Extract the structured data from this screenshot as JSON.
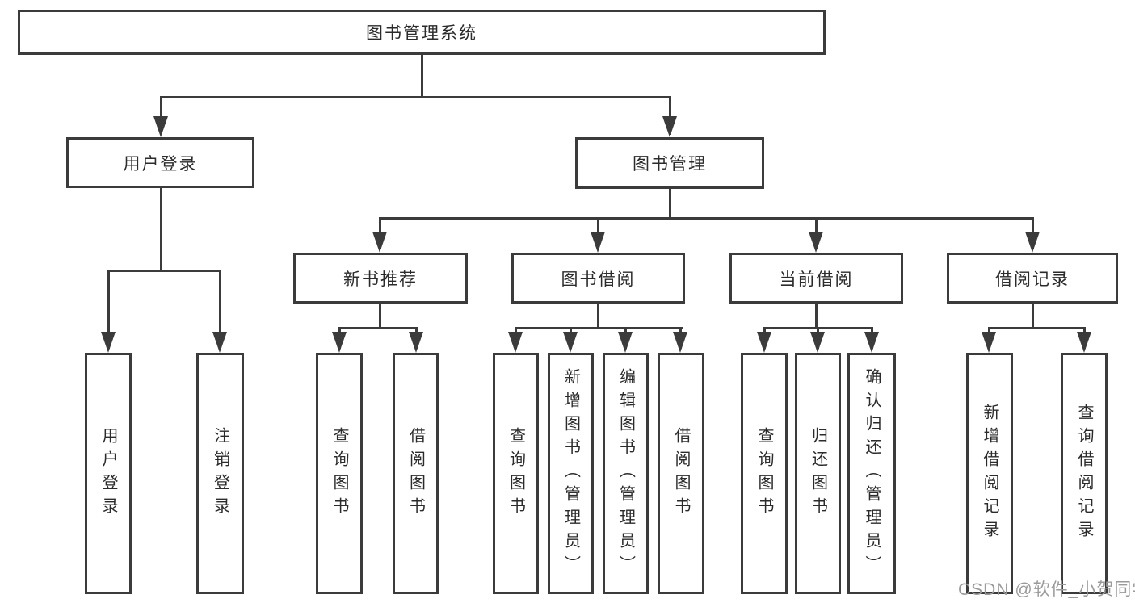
{
  "tree": {
    "root": "图书管理系统",
    "branches": [
      {
        "label": "用户登录",
        "children": [
          "用户登录",
          "注销登录"
        ]
      },
      {
        "label": "图书管理",
        "groups": [
          {
            "label": "新书推荐",
            "children": [
              "查询图书",
              "借阅图书"
            ]
          },
          {
            "label": "图书借阅",
            "children": [
              "查询图书",
              "新增图书（管理员）",
              "编辑图书（管理员）",
              "借阅图书"
            ]
          },
          {
            "label": "当前借阅",
            "children": [
              "查询图书",
              "归还图书",
              "确认归还（管理员）"
            ]
          },
          {
            "label": "借阅记录",
            "children": [
              "新增借阅记录",
              "查询借阅记录"
            ]
          }
        ]
      }
    ]
  },
  "watermark": {
    "text": "CSDN @软件_小贺同学"
  },
  "colors": {
    "line": "#3b3b3b",
    "text": "#2b2b2b",
    "watermark": "#9a9a9a",
    "background": "#ffffff"
  }
}
